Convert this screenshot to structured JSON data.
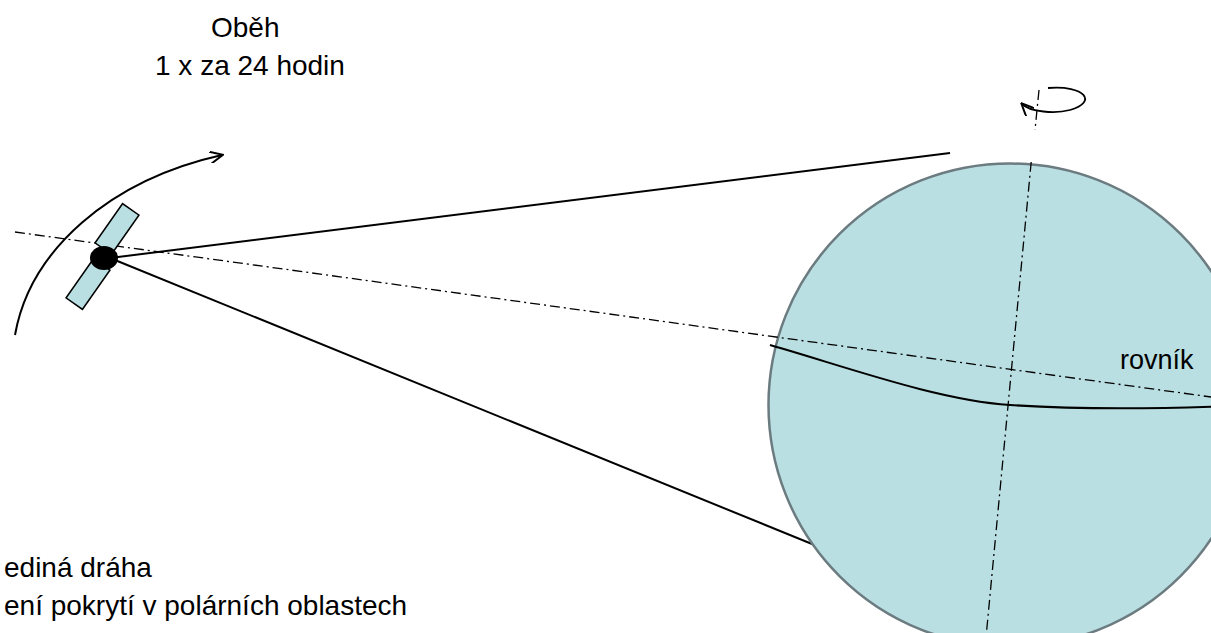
{
  "diagram": {
    "nodes": [
      {
        "text": [
          "rovník"
        ]
      }
    ],
    "labels": [
      "Oběh",
      "1 x za 24 hodin",
      "ediná dráha",
      "ení pokrytí v polárních oblastech"
    ]
  }
}
